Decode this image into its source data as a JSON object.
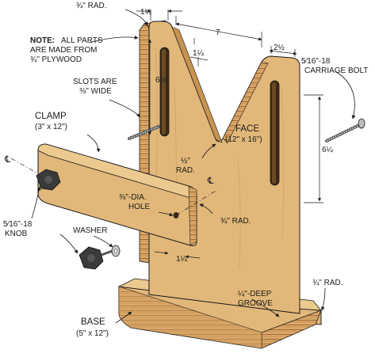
{
  "note": {
    "prefix": "NOTE:",
    "line1": "ALL PARTS",
    "line2": "ARE MADE FROM",
    "line3": "¾\" PLYWOOD"
  },
  "labels": {
    "top_rad": "¾\" RAD.",
    "slots_line1": "SLOTS ARE",
    "slots_line2": "⅜\" WIDE",
    "clamp_title": "CLAMP",
    "clamp_size": "(3\" x 12\")",
    "face_title": "FACE",
    "face_size": "(12\" x 16\")",
    "half_rad_line1": "½\"",
    "half_rad_line2": "RAD.",
    "hole_line1": "⅜\"-DIA.",
    "hole_line2": "HOLE",
    "face_corner_rad": "¾\" RAD.",
    "washer": "WASHER",
    "knob_line1": "5⁄16\"-18",
    "knob_line2": "KNOB",
    "bolt_line1": "5⁄16\"-18",
    "bolt_line2": "CARRIAGE BOLT",
    "base_title": "BASE",
    "base_size": "(5\" x 12\")",
    "groove_line1": "¼\"-DEEP",
    "groove_line2": "GROOVE",
    "base_corner_rad": "¾\" RAD.",
    "centerline_left": "℄",
    "centerline_mid": "℄"
  },
  "dimensions": {
    "top_width": "1¼",
    "v_width": "7",
    "right_top": "2½",
    "v_offset": "1¼",
    "slot_length": "6½",
    "right_slot_length": "6¼",
    "slot_gap": "1¼"
  },
  "colors": {
    "wood": "#e2b87a",
    "wood_light": "#ecc98e",
    "wood_dark": "#b98a4c",
    "ply_edge": "#d9a968",
    "ply_stripe": "#a06a32",
    "metal": "#c9c9c9",
    "knob": "#3a3a3a",
    "line": "#1a1a1a"
  }
}
